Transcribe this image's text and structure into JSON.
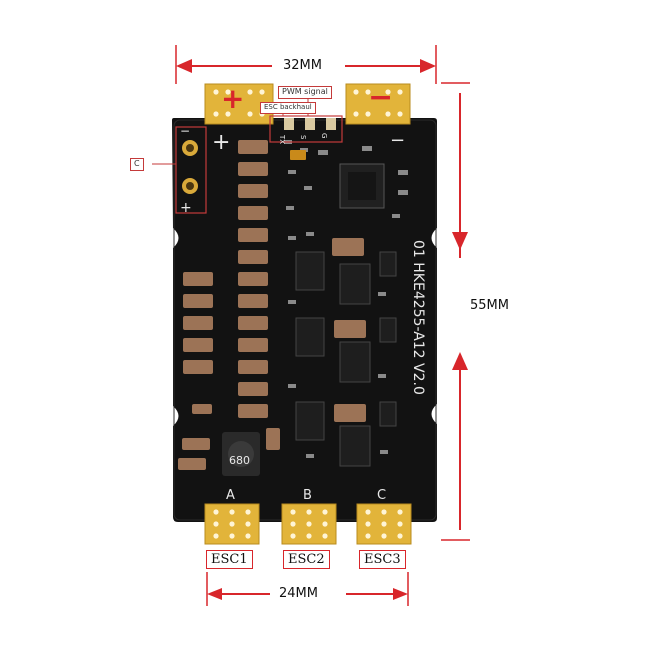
{
  "dimensions": {
    "width_label": "32MM",
    "height_label": "55MM",
    "bottom_label": "24MM"
  },
  "annotations": {
    "pwm_signal": "PWM signal",
    "esc_backhaul": "ESC backhaul",
    "c_label": "C"
  },
  "pads": {
    "plus": "+",
    "minus": "−"
  },
  "board": {
    "silk_text": "01 HKE4255-A12 V2.0",
    "inductor_text": "680",
    "plus_marker": "+",
    "minus_marker": "−",
    "side_plus": "+",
    "side_minus": "−",
    "header_pins": [
      "TX",
      "S",
      "G"
    ],
    "phase_labels": [
      "A",
      "B",
      "C"
    ]
  },
  "esc_outputs": [
    "ESC1",
    "ESC2",
    "ESC3"
  ],
  "colors": {
    "board": "#121212",
    "pad_gold": "#e2b43a",
    "arrow_red": "#d8262b",
    "component_tan": "#9c7356"
  }
}
